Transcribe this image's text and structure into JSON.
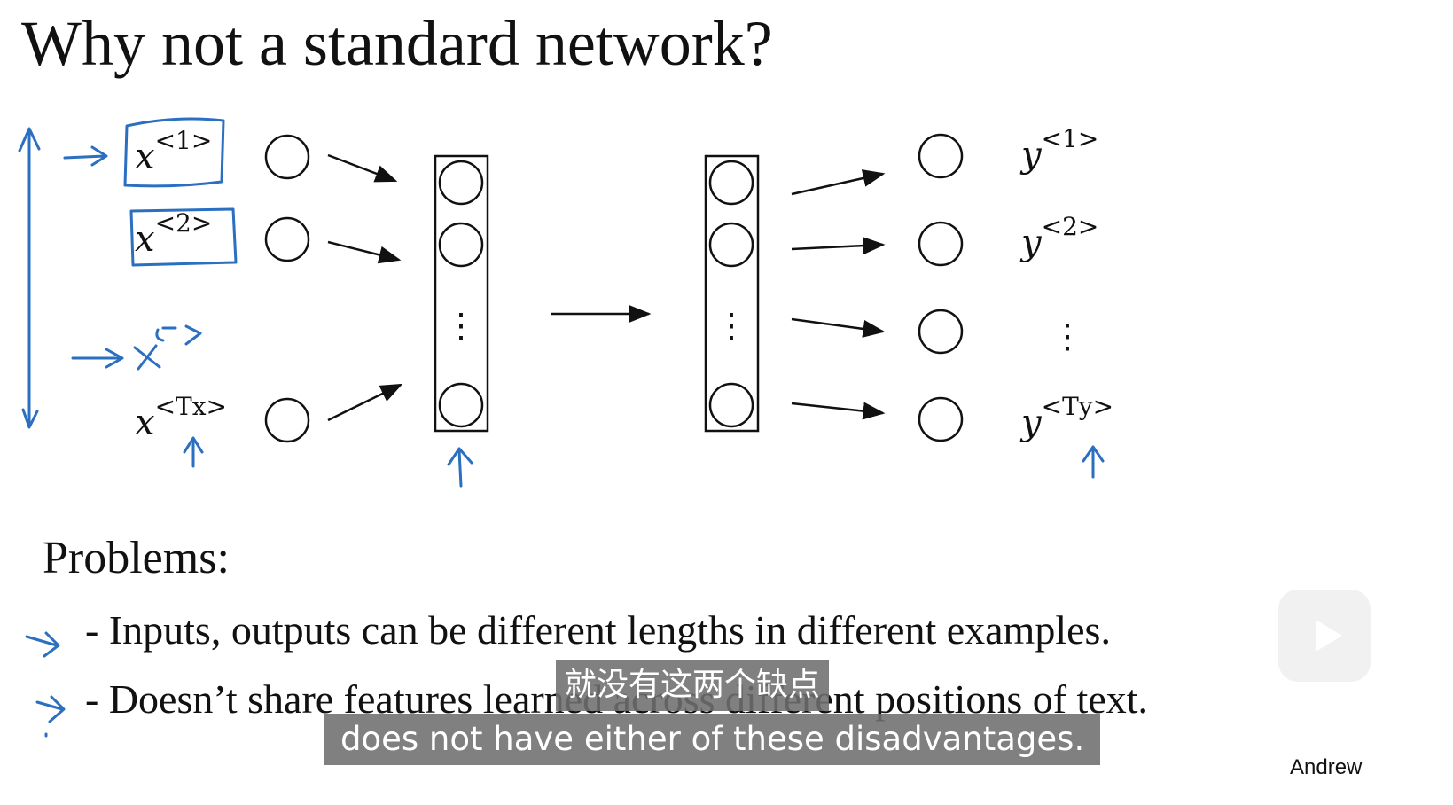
{
  "slide": {
    "title": "Why not a standard network?",
    "problems_heading": "Problems:",
    "problems": [
      "- Inputs, outputs can be different lengths in different examples.",
      "- Doesn’t share features learned across different positions of text."
    ],
    "author": "Andrew"
  },
  "diagram": {
    "inputs": [
      {
        "base": "x",
        "sup": "<1>"
      },
      {
        "base": "x",
        "sup": "<2>"
      },
      {
        "base": "x",
        "sup": "<Tx>"
      }
    ],
    "handwritten_input": {
      "base": "x",
      "sup": "<t>"
    },
    "outputs": [
      {
        "base": "y",
        "sup": "<1>"
      },
      {
        "base": "y",
        "sup": "<2>"
      },
      {
        "base": "y",
        "sup": "<Ty>"
      }
    ],
    "ellipsis": "⋮",
    "ink_color": "#2a6fc0"
  },
  "subtitles": {
    "zh": "就没有这两个缺点",
    "en": "does not have either of these disadvantages."
  },
  "player": {
    "icon": "play-icon"
  }
}
